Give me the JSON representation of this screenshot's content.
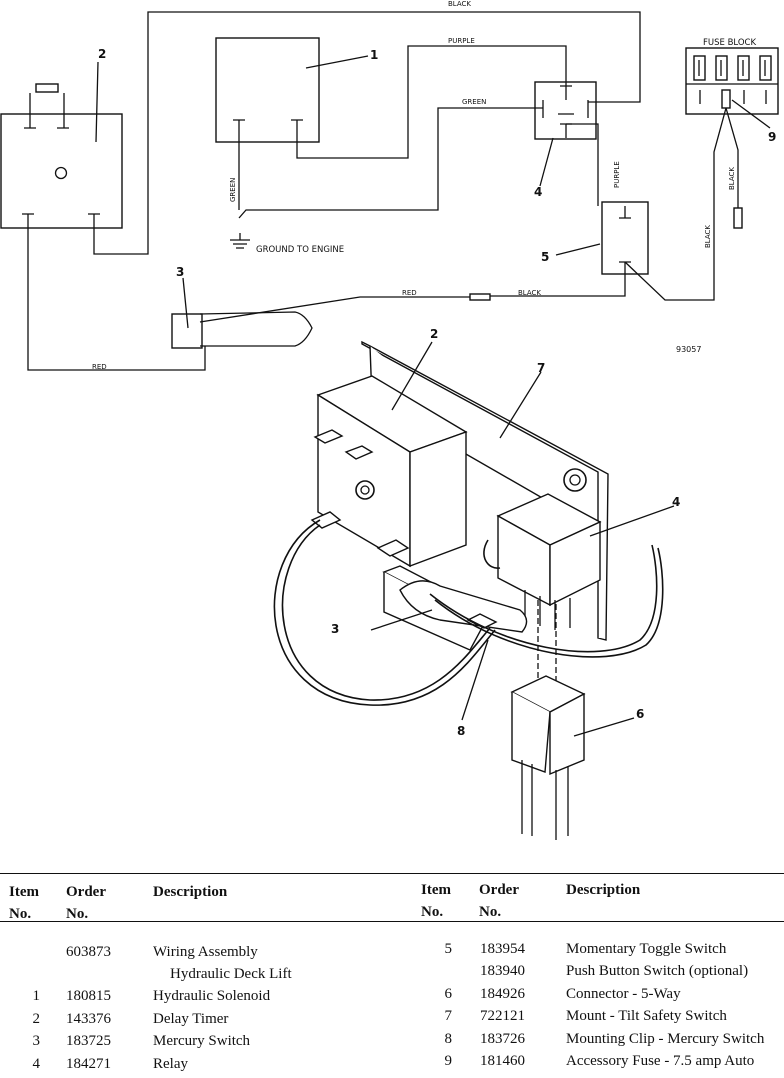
{
  "diagram": {
    "wire_labels": {
      "black_top": "BLACK",
      "purple_top": "PURPLE",
      "green_mid": "GREEN",
      "green_vertical": "GREEN",
      "purple_vertical": "PURPLE",
      "black_fuse": "BLACK",
      "black_right": "BLACK",
      "red_mid": "RED",
      "black_mid": "BLACK",
      "red_bottom": "RED"
    },
    "ground_label": "GROUND TO ENGINE",
    "fuse_block_label": "FUSE BLOCK",
    "figure_number": "93057",
    "callouts_schematic": [
      "1",
      "2",
      "3",
      "4",
      "5",
      "9"
    ],
    "callouts_assembly": [
      "2",
      "7",
      "4",
      "3",
      "8",
      "6"
    ]
  },
  "parts_table": {
    "left_headers": {
      "item": "Item",
      "no1": "No.",
      "order": "Order",
      "no2": "No.",
      "description": "Description"
    },
    "right_headers": {
      "item": "Item",
      "no1": "No.",
      "order": "Order",
      "no2": "No.",
      "description": "Description"
    },
    "left_rows": [
      {
        "item": "",
        "order": "603873",
        "description": "Wiring Assembly"
      },
      {
        "item": "",
        "order": "",
        "description": "Hydraulic Deck Lift"
      },
      {
        "item": "1",
        "order": "180815",
        "description": "Hydraulic Solenoid"
      },
      {
        "item": "2",
        "order": "143376",
        "description": "Delay Timer"
      },
      {
        "item": "3",
        "order": "183725",
        "description": "Mercury Switch"
      },
      {
        "item": "4",
        "order": "184271",
        "description": "Relay"
      }
    ],
    "right_rows": [
      {
        "item": "5",
        "order": "183954",
        "description": "Momentary Toggle Switch"
      },
      {
        "item": "",
        "order": "183940",
        "description": "Push Button Switch (optional)"
      },
      {
        "item": "6",
        "order": "184926",
        "description": "Connector - 5-Way"
      },
      {
        "item": "7",
        "order": "722121",
        "description": "Mount - Tilt Safety Switch"
      },
      {
        "item": "8",
        "order": "183726",
        "description": "Mounting Clip - Mercury Switch"
      },
      {
        "item": "9",
        "order": "181460",
        "description": "Accessory Fuse - 7.5 amp Auto"
      }
    ]
  }
}
